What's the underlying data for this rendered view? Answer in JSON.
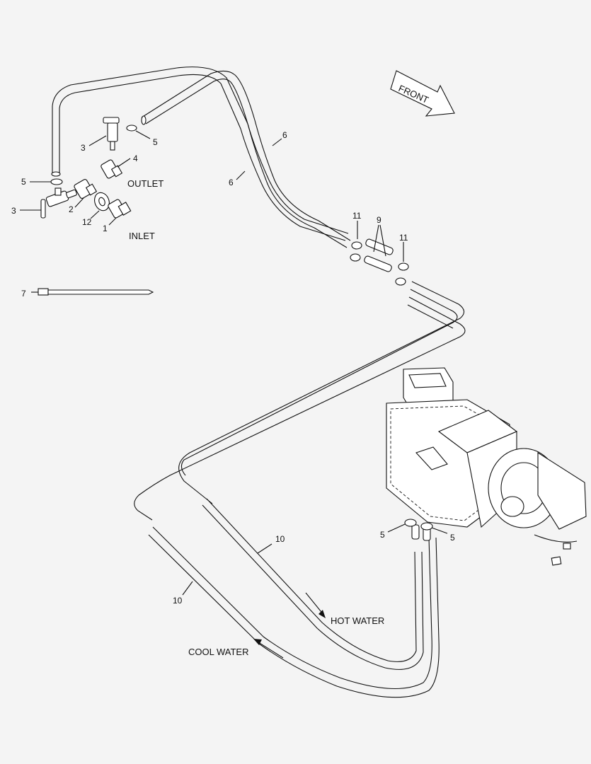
{
  "diagram": {
    "front_label": "FRONT",
    "outlet_label": "OUTLET",
    "inlet_label": "INLET",
    "hot_water_label": "HOT WATER",
    "cool_water_label": "COOL WATER",
    "callouts": {
      "c1": "1",
      "c2": "2",
      "c3a": "3",
      "c3b": "3",
      "c4": "4",
      "c5a": "5",
      "c5b": "5",
      "c5c": "5",
      "c5d": "5",
      "c6a": "6",
      "c6b": "6",
      "c7": "7",
      "c9": "9",
      "c10a": "10",
      "c10b": "10",
      "c11a": "11",
      "c11b": "11",
      "c12": "12"
    }
  }
}
